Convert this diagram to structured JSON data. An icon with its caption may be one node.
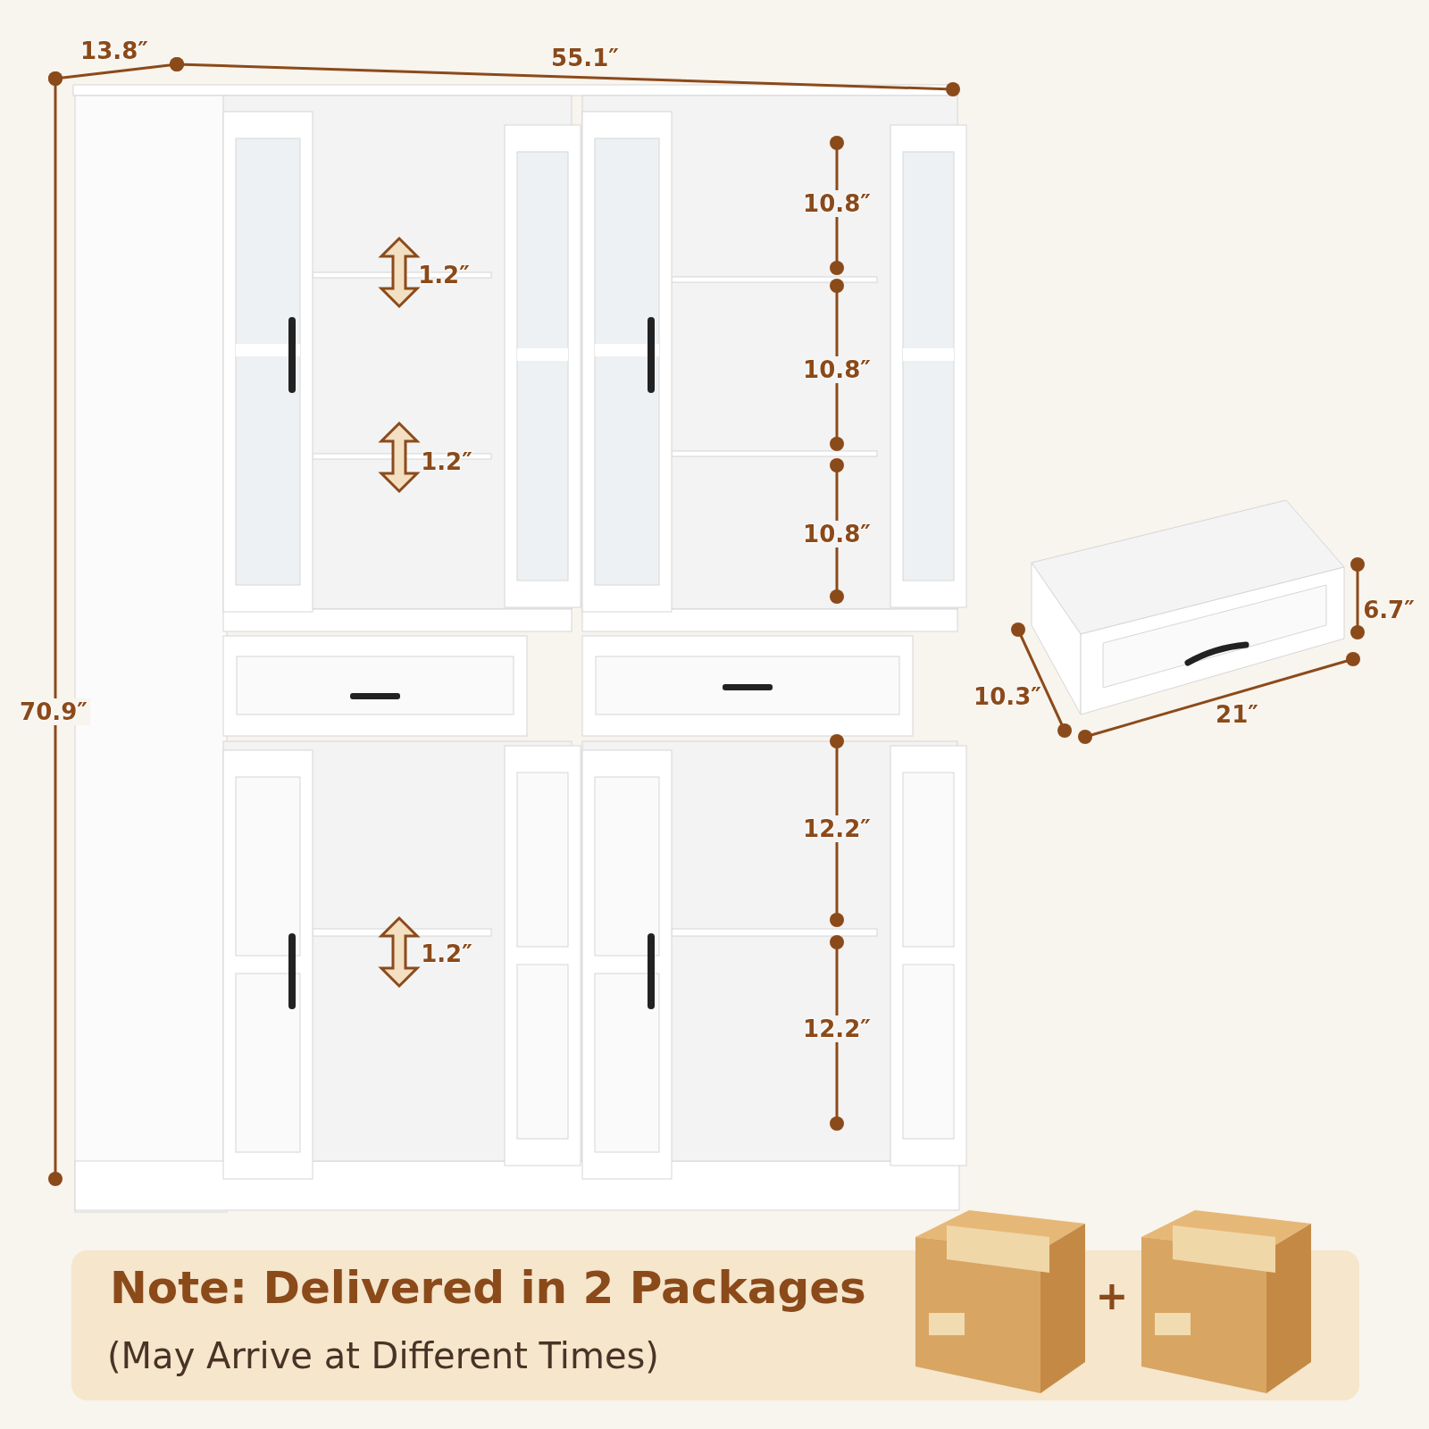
{
  "diagram": {
    "labels": [
      "13.8″",
      "55.1″",
      "10.8″",
      "1.2″",
      "10.8″",
      "1.2″",
      "10.8″",
      "70.9″",
      "6.7″",
      "10.3″",
      "21″",
      "12.2″",
      "1.2″",
      "12.2″",
      "Note: Delivered in 2 Packages",
      "(May Arrive at Different Times)",
      "+"
    ]
  }
}
